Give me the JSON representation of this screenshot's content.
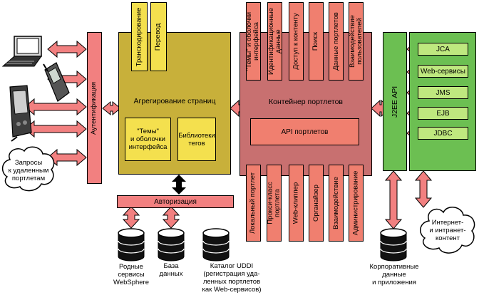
{
  "colors": {
    "portal": "#c8b03a",
    "portal_inner": "#f4e04e",
    "container": "#c87070",
    "container_inner": "#f07f6f",
    "j2ee": "#6cbf52",
    "j2ee_inner": "#bfe87f",
    "arrow": "#f28080",
    "auth": "#f28080",
    "dark_arrow": "#000000"
  },
  "left": {
    "auth_label": "Аутентификация",
    "cloud_label": "Запросы\nк удаленным\nпортлетам"
  },
  "portal": {
    "title": "Агрегирование страниц",
    "top_boxes": [
      "Транскодирование",
      "Перевод"
    ],
    "themes": "\"Темы\"\nи оболочки\nинтерфейса",
    "libs": "Библиотеки\nтегов"
  },
  "authorization": {
    "label": "Авторизация"
  },
  "container": {
    "title": "Контейнер портлетов",
    "api": "API портлетов",
    "top_boxes": [
      "\"Темы\" и оболочки\nинтерфейса",
      "Идентификационные\nданные",
      "Доступ к контенту",
      "Поиск",
      "Данные портлетов",
      "Взаимодействие\nпользователей"
    ],
    "bottom_boxes": [
      "Локальный портлет",
      "Прокси-класс\nпортлета",
      "Web-клиппер",
      "Органайзер",
      "Взаимодействие",
      "Администрирование"
    ]
  },
  "j2ee": {
    "title": "J2EE API",
    "items": [
      "JCA",
      "Web-сервисы",
      "JMS",
      "EJB",
      "JDBC"
    ],
    "cloud_label": "Интернет-\nи интранет-\nконтент"
  },
  "databases": [
    "Родные\nсервисы\nWebSphere",
    "База\nданных",
    "Каталог UDDI\n(регистрация уда-\nленных портлетов\nкак Web-сервисов)",
    "Корпоративные\nданные\nи приложения"
  ],
  "icons": [
    "laptop-icon",
    "mobile-phone-icon",
    "pda-icon",
    "cloud-icon",
    "database-icon"
  ]
}
